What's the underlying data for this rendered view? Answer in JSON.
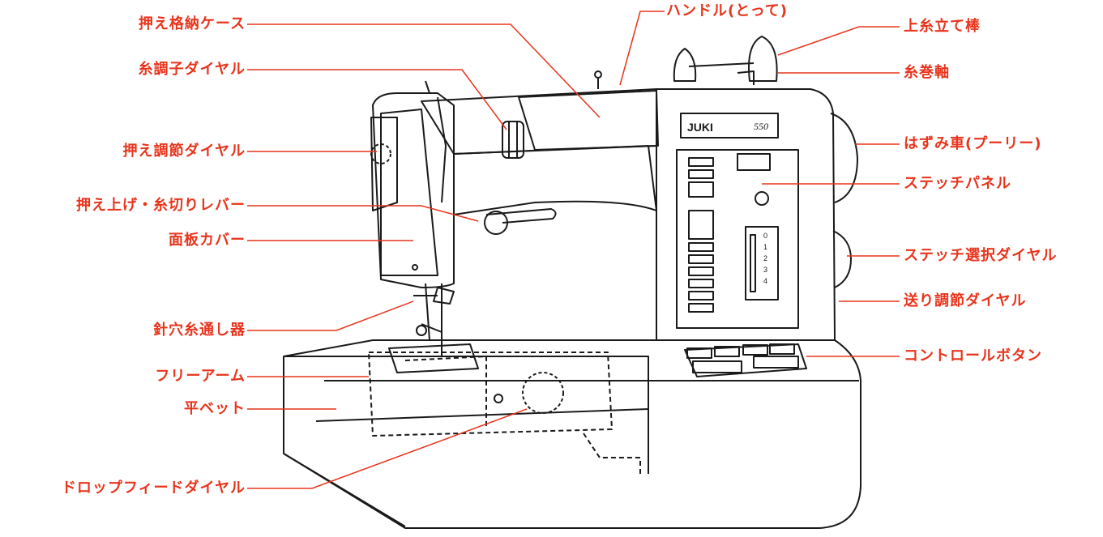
{
  "colors": {
    "label": "#e8341c",
    "line": "#1a1a1a",
    "leader": "#e8341c",
    "bg": "#ffffff"
  },
  "machine": {
    "brand": "JUKI",
    "model": "550"
  },
  "labels_left": [
    {
      "id": "presser-storage-case",
      "text": "押え格納ケース"
    },
    {
      "id": "thread-tension-dial",
      "text": "糸調子ダイヤル"
    },
    {
      "id": "presser-adjust-dial",
      "text": "押え調節ダイヤル"
    },
    {
      "id": "presser-lift-lever",
      "text": "押え上げ・糸切りレバー"
    },
    {
      "id": "face-plate-cover",
      "text": "面板カバー"
    },
    {
      "id": "needle-threader",
      "text": "針穴糸通し器"
    },
    {
      "id": "free-arm",
      "text": "フリーアーム"
    },
    {
      "id": "flat-bed",
      "text": "平ベット"
    },
    {
      "id": "drop-feed-dial",
      "text": "ドロップフィードダイヤル"
    }
  ],
  "labels_right": [
    {
      "id": "handle",
      "text": "ハンドル(とって)"
    },
    {
      "id": "spool-pin",
      "text": "上糸立て棒"
    },
    {
      "id": "bobbin-winder",
      "text": "糸巻軸"
    },
    {
      "id": "handwheel",
      "text": "はずみ車(プーリー)"
    },
    {
      "id": "stitch-panel",
      "text": "ステッチパネル"
    },
    {
      "id": "stitch-select-dial",
      "text": "ステッチ選択ダイヤル"
    },
    {
      "id": "feed-adjust-dial",
      "text": "送り調節ダイヤル"
    },
    {
      "id": "control-buttons",
      "text": "コントロールボタン"
    }
  ],
  "dial_marks": [
    "0",
    "1",
    "2",
    "3",
    "4"
  ]
}
